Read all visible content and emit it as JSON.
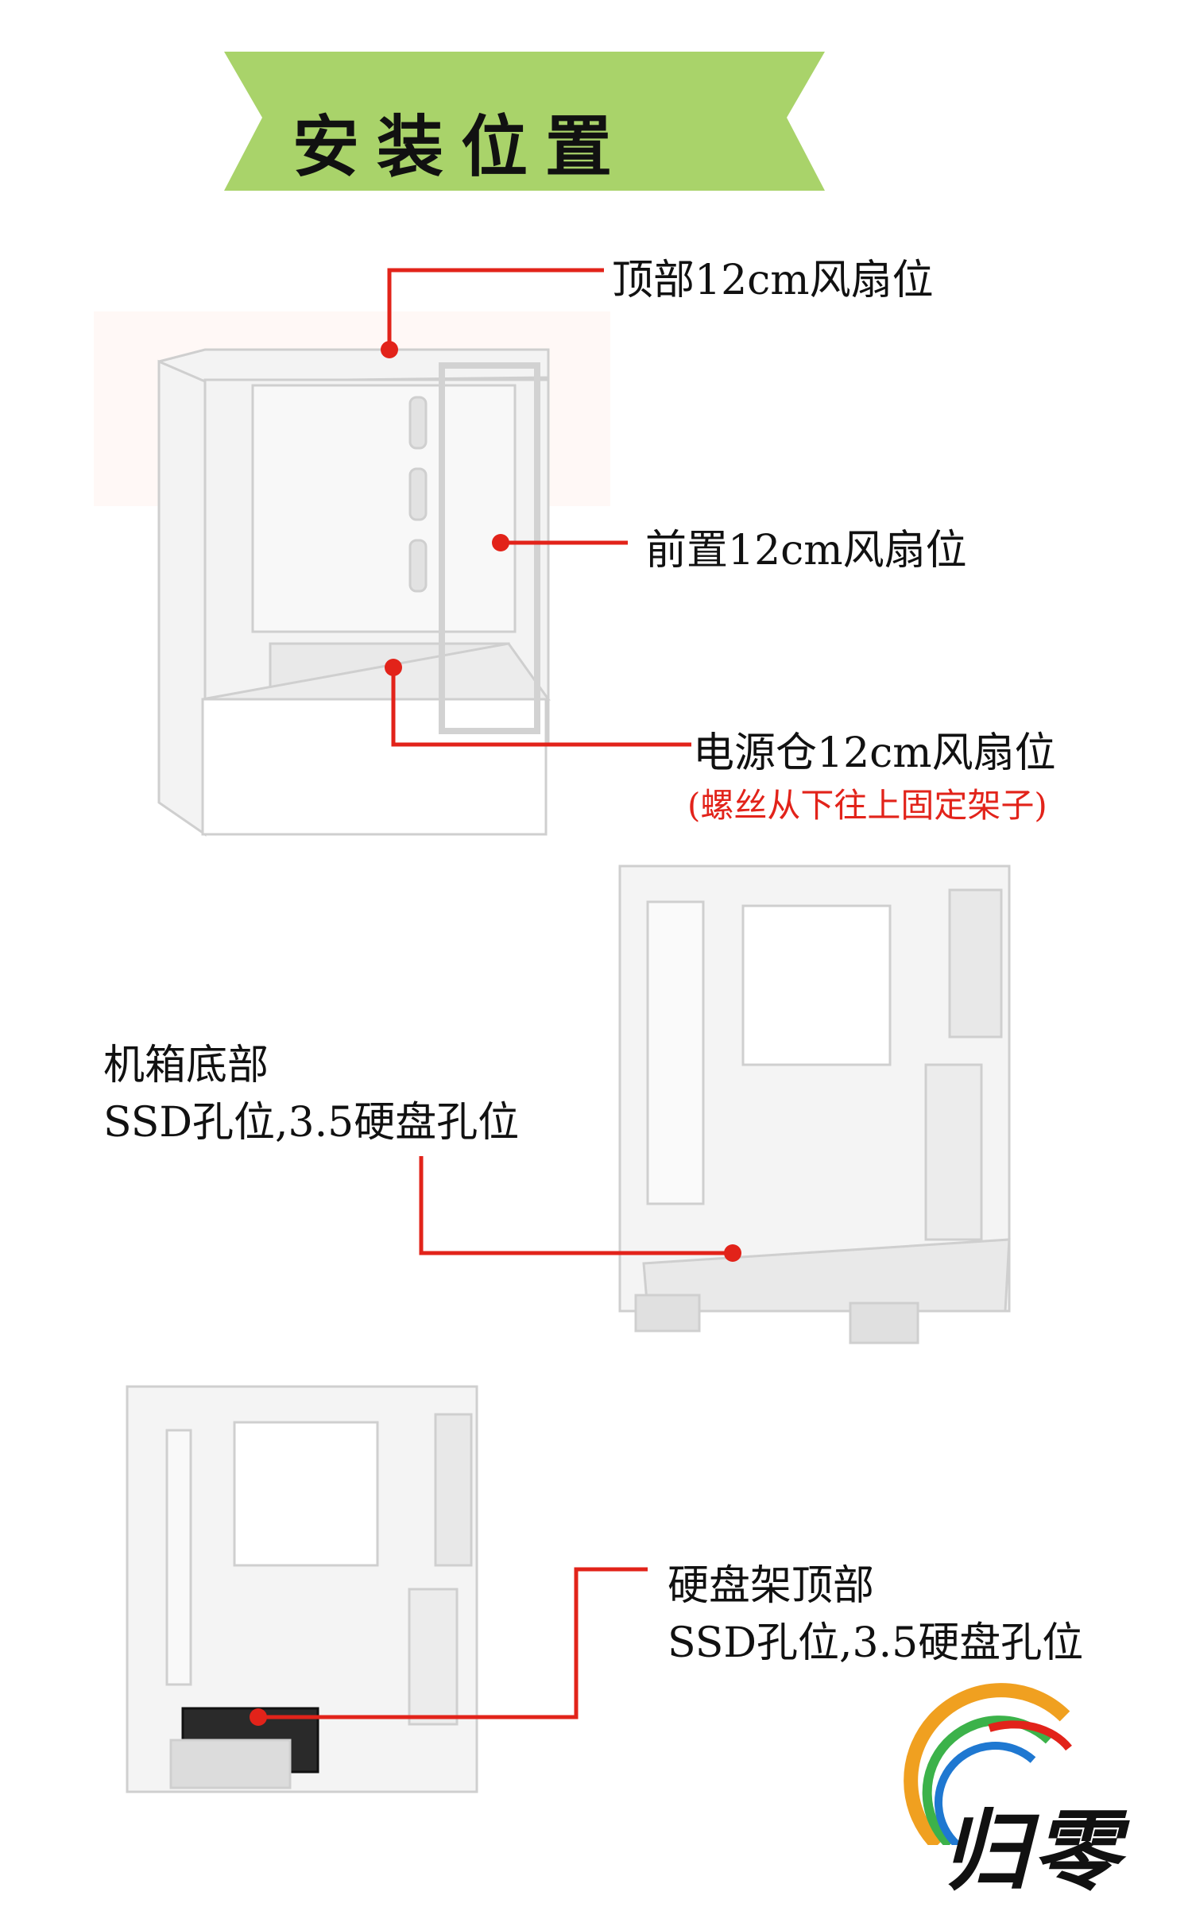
{
  "banner": {
    "title": "安装位置",
    "color": "#a9d36a"
  },
  "annotations": {
    "top_fan": "顶部12cm风扇位",
    "front_fan": "前置12cm风扇位",
    "psu_fan": "电源仓12cm风扇位",
    "psu_note": "(螺丝从下往上固定架子)",
    "bottom_title": "机箱底部",
    "bottom_desc": "SSD孔位,3.5硬盘孔位",
    "hdd_title": "硬盘架顶部",
    "hdd_desc": "SSD孔位,3.5硬盘孔位"
  },
  "brand": {
    "text": "归零"
  },
  "colors": {
    "accent": "#e2231a",
    "case": "#f4f4f4",
    "case_edge": "#c9c9c9"
  }
}
